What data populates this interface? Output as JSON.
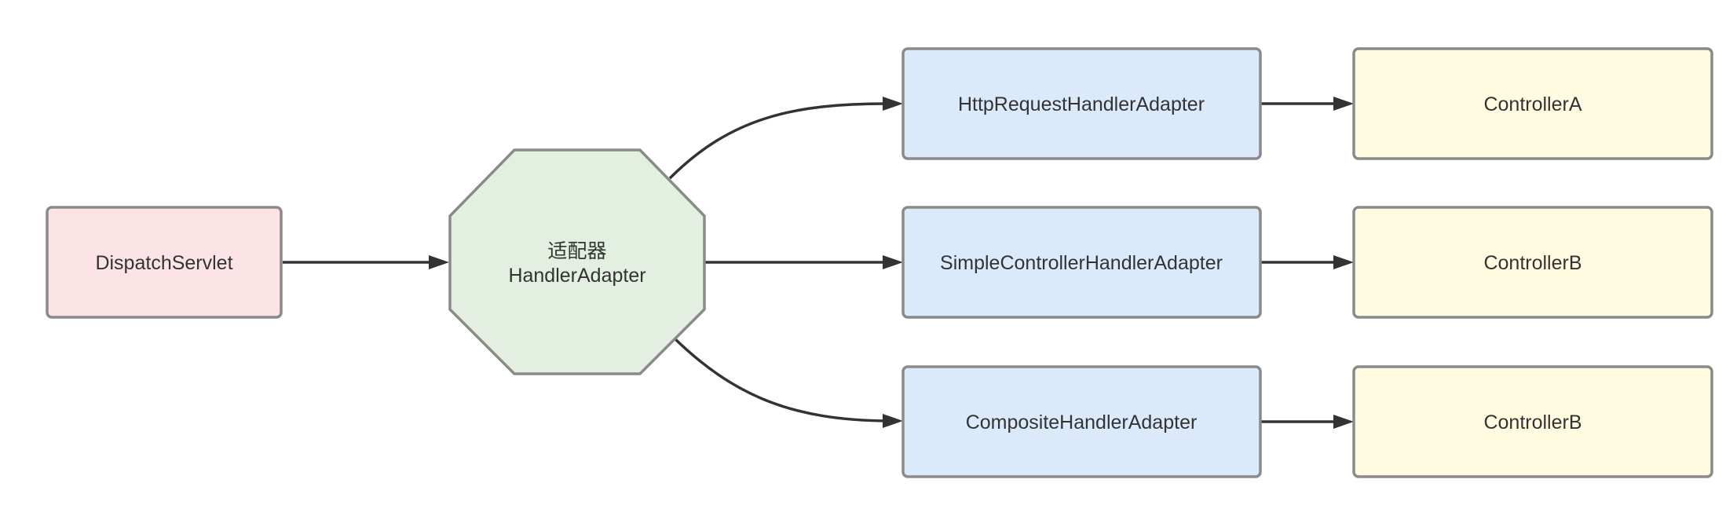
{
  "colors": {
    "dispatch_fill": "#fce4e6",
    "adapter_fill": "#e3efe0",
    "handler_fill": "#dbeafa",
    "controller_fill": "#fffbe0",
    "border": "#8a8a8a",
    "edge": "#333333",
    "text": "#333333"
  },
  "nodes": {
    "dispatch_servlet": {
      "label": "DispatchServlet"
    },
    "handler_adapter": {
      "label_line1": "适配器",
      "label_line2": "HandlerAdapter"
    },
    "http_request_handler_adapter": {
      "label": "HttpRequestHandlerAdapter"
    },
    "simple_controller_handler_adapter": {
      "label": "SimpleControllerHandlerAdapter"
    },
    "composite_handler_adapter": {
      "label": "CompositeHandlerAdapter"
    },
    "controller_a": {
      "label": "ControllerA"
    },
    "controller_b_middle": {
      "label": "ControllerB"
    },
    "controller_b_bottom": {
      "label": "ControllerB"
    }
  },
  "edges": [
    {
      "from": "DispatchServlet",
      "to": "HandlerAdapter"
    },
    {
      "from": "HandlerAdapter",
      "to": "HttpRequestHandlerAdapter"
    },
    {
      "from": "HandlerAdapter",
      "to": "SimpleControllerHandlerAdapter"
    },
    {
      "from": "HandlerAdapter",
      "to": "CompositeHandlerAdapter"
    },
    {
      "from": "HttpRequestHandlerAdapter",
      "to": "ControllerA"
    },
    {
      "from": "SimpleControllerHandlerAdapter",
      "to": "ControllerB"
    },
    {
      "from": "CompositeHandlerAdapter",
      "to": "ControllerB"
    }
  ]
}
